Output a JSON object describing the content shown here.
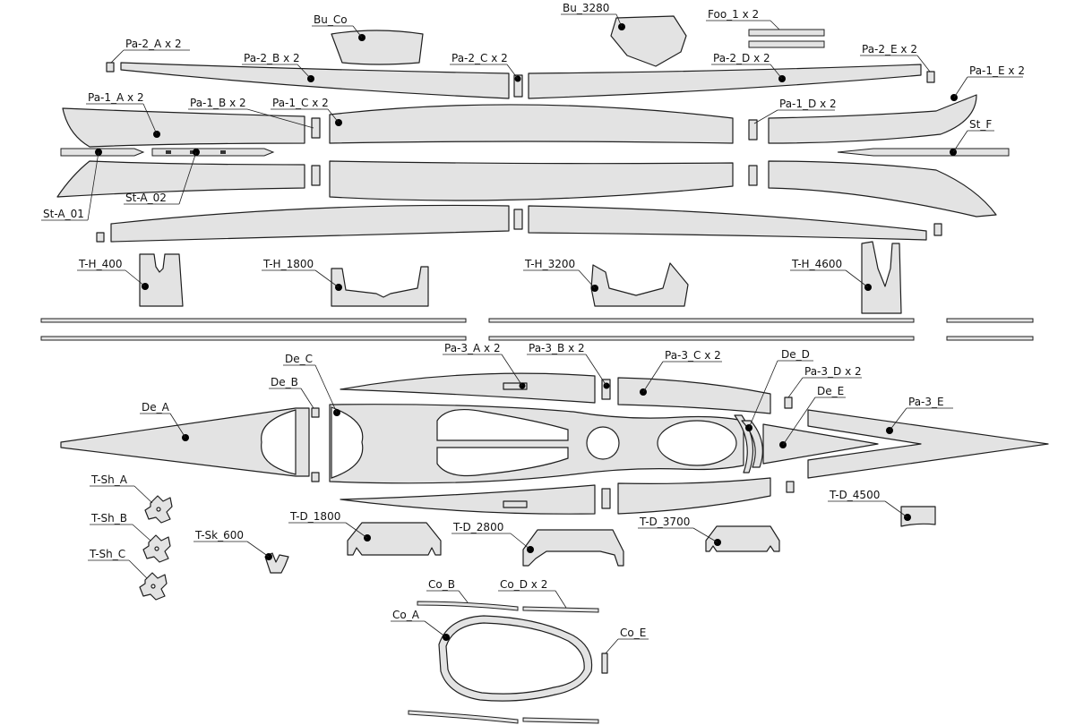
{
  "diagram": {
    "colors": {
      "part_fill": "#e3e3e3",
      "outline": "#1f1f1f",
      "label": "#111111",
      "marker": "#000000",
      "background": "#ffffff"
    },
    "labels": {
      "bu_co": "Bu_Co",
      "bu_3280": "Bu_3280",
      "foo_1": "Foo_1 x 2",
      "pa2a": "Pa-2_A x 2",
      "pa2b": "Pa-2_B x 2",
      "pa2c": "Pa-2_C x 2",
      "pa2d": "Pa-2_D x 2",
      "pa2e": "Pa-2_E x 2",
      "pa1a": "Pa-1_A x 2",
      "pa1b": "Pa-1_B x 2",
      "pa1c": "Pa-1_C x 2",
      "pa1d": "Pa-1_D x 2",
      "pa1e": "Pa-1_E x 2",
      "st_f": "St_F",
      "st_a01": "St-A_01",
      "st_a02": "St-A_02",
      "th400": "T-H_400",
      "th1800": "T-H_1800",
      "th3200": "T-H_3200",
      "th4600": "T-H_4600",
      "pa3a": "Pa-3_A x 2",
      "pa3b": "Pa-3_B x 2",
      "pa3c": "Pa-3_C x 2",
      "pa3d": "Pa-3_D x 2",
      "pa3e": "Pa-3_E",
      "de_a": "De_A",
      "de_b": "De_B",
      "de_c": "De_C",
      "de_d": "De_D",
      "de_e": "De_E",
      "tsh_a": "T-Sh_A",
      "tsh_b": "T-Sh_B",
      "tsh_c": "T-Sh_C",
      "tsk600": "T-Sk_600",
      "td1800": "T-D_1800",
      "td2800": "T-D_2800",
      "td3700": "T-D_3700",
      "td4500": "T-D_4500",
      "co_a": "Co_A",
      "co_b": "Co_B",
      "co_d": "Co_D x 2",
      "co_e": "Co_E"
    }
  }
}
